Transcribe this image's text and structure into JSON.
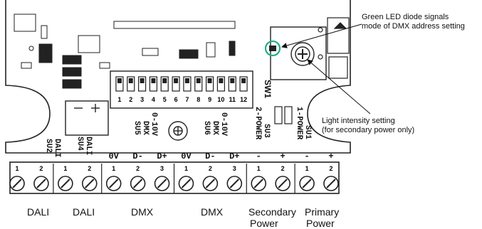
{
  "callouts": {
    "led": [
      "Green LED diode signals",
      "mode of DMX address setting"
    ],
    "intensity": [
      "Light intensity setting",
      "(for secondary power only)"
    ]
  },
  "dip_switch": {
    "name": "SW1",
    "positions": [
      "1",
      "2",
      "3",
      "4",
      "5",
      "6",
      "7",
      "8",
      "9",
      "10",
      "11",
      "12"
    ]
  },
  "silkscreen": {
    "ref_dali_1": "SU2",
    "name_dali_1": "DALI",
    "ref_dali_2": "SU4",
    "name_dali_2": "DALI",
    "ref_dmx_1": "SU5",
    "name_dmx_1": "DMX",
    "range_dmx_1": "0-10V",
    "ref_dmx_2": "SU6",
    "name_dmx_2": "DMX",
    "range_dmx_2": "0-10V",
    "ref_sec": "SU3",
    "name_sec": "2-POWER",
    "ref_pri": "SU1",
    "name_pri": "1-POWER",
    "pin_labels": [
      "0V",
      "D-",
      "D+",
      "0V",
      "D-",
      "D+",
      "-",
      "+",
      "-",
      "+"
    ],
    "pin_numbers": [
      "1",
      "2",
      "1",
      "2",
      "1",
      "2",
      "3",
      "1",
      "2",
      "3",
      "1",
      "2",
      "1",
      "2"
    ]
  },
  "bottom_labels": {
    "dali_1": "DALI",
    "dali_2": "DALI",
    "dmx_1": "DMX",
    "dmx_2": "DMX",
    "secondary": [
      "Secondary",
      "Power"
    ],
    "primary": [
      "Primary",
      "Power"
    ]
  },
  "colors": {
    "board_line": "#222222",
    "led_ring": "#1fae8a",
    "arrow": "#111111"
  }
}
